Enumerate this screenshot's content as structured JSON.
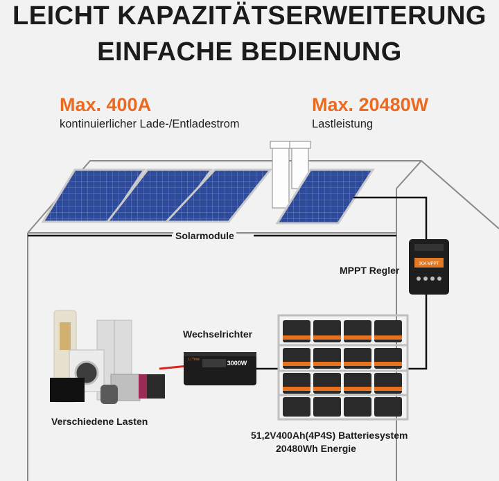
{
  "headline": {
    "line1": "LEICHT KAPAZITÄTSERWEITERUNG",
    "line2": "EINFACHE BEDIENUNG"
  },
  "specs": [
    {
      "value": "Max. 400A",
      "caption": "kontinuierlicher Lade-/Entladestrom"
    },
    {
      "value": "Max. 20480W",
      "caption": "Lastleistung"
    }
  ],
  "labels": {
    "solar": "Solarmodule",
    "mppt": "MPPT Regler",
    "inverter": "Wechselrichter",
    "loads": "Verschiedene Lasten",
    "battery_line1": "51,2V400Ah(4P4S) Batteriesystem",
    "battery_line2": "20480Wh Energie"
  },
  "device_text": {
    "brand": "Li Time",
    "inverter_power": "3000W",
    "mppt_rating": "30A MPPT"
  },
  "colors": {
    "accent": "#ec6a1f",
    "text": "#1b1b1b",
    "panel": "#2d4a9b",
    "battery": "#2a2a2a"
  }
}
